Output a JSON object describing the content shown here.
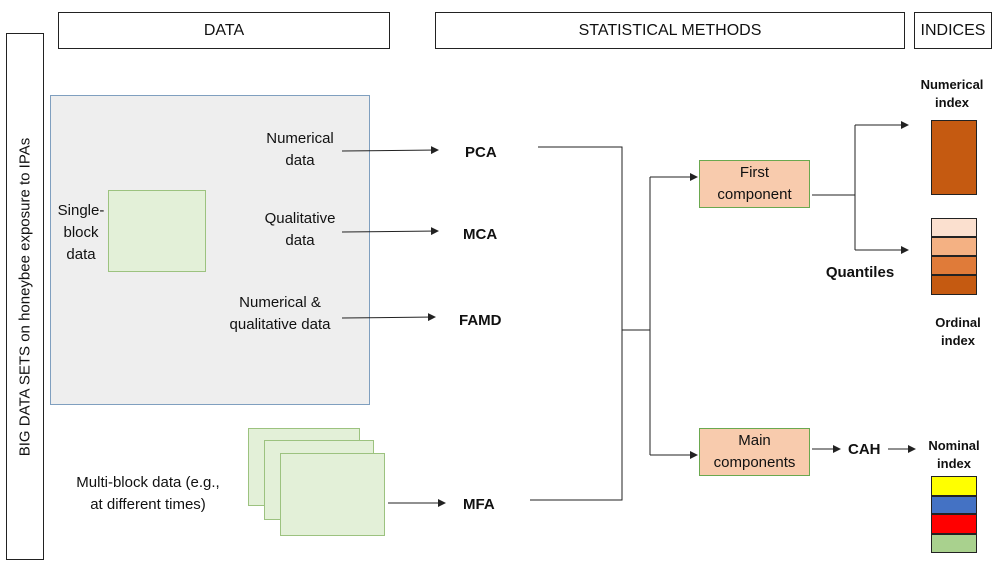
{
  "headers": {
    "data": "DATA",
    "methods": "STATISTICAL METHODS",
    "indices": "INDICES"
  },
  "side_label": "BIG DATA SETS on honeybee exposure to IPAs",
  "single_block": "Single-\nblock\ndata",
  "data_types": {
    "numerical": "Numerical\ndata",
    "qualitative": "Qualitative\ndata",
    "mixed": "Numerical  &\nqualitative data"
  },
  "multi_block": "Multi-block data (e.g.,\nat different times)",
  "methods": {
    "pca": "PCA",
    "mca": "MCA",
    "famd": "FAMD",
    "mfa": "MFA",
    "cah": "CAH"
  },
  "components": {
    "first": "First\ncomponent",
    "main": "Main\ncomponents"
  },
  "indices": {
    "numerical": "Numerical\nindex",
    "quantiles": "Quantiles",
    "ordinal": "Ordinal\nindex",
    "nominal": "Nominal\nindex"
  },
  "colors": {
    "numerical_index": "#c55a11",
    "ordinal_shades": [
      "#fbe0cf",
      "#f4b183",
      "#e07b39",
      "#c55a11"
    ],
    "nominal": [
      "#ffff00",
      "#4472c4",
      "#ff0000",
      "#a9d18e"
    ]
  }
}
